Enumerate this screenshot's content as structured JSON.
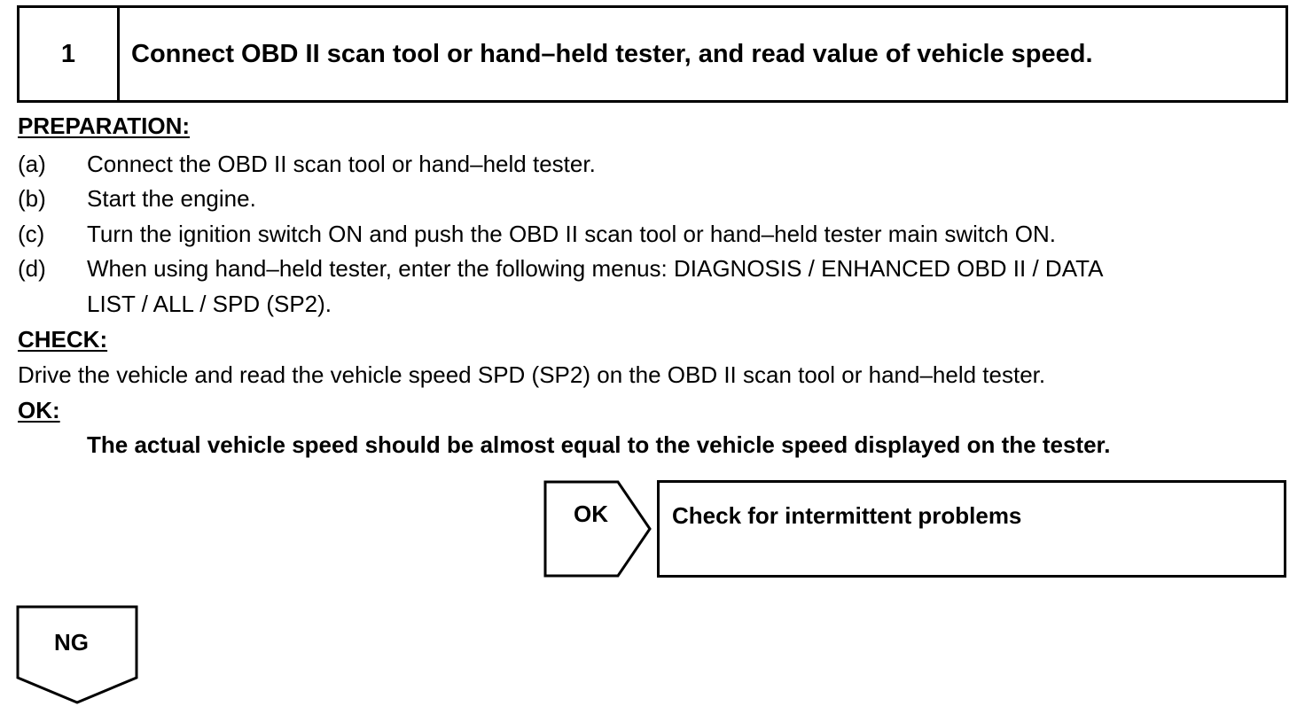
{
  "step": {
    "number": "1",
    "title": "Connect OBD II scan tool or hand–held tester, and read value of vehicle speed."
  },
  "preparation": {
    "heading": "PREPARATION:",
    "items": [
      {
        "marker": "(a)",
        "lines": [
          "Connect the OBD II scan tool or hand–held tester."
        ]
      },
      {
        "marker": "(b)",
        "lines": [
          "Start the engine."
        ]
      },
      {
        "marker": "(c)",
        "lines": [
          "Turn the ignition switch ON and push the OBD II scan tool or hand–held tester main switch ON."
        ]
      },
      {
        "marker": "(d)",
        "lines": [
          "When using hand–held tester, enter the following menus: DIAGNOSIS / ENHANCED OBD II / DATA",
          "LIST / ALL / SPD (SP2)."
        ]
      }
    ]
  },
  "check": {
    "heading": "CHECK:",
    "text": "Drive the vehicle and read the vehicle speed SPD (SP2) on the OBD II scan tool or hand–held tester."
  },
  "ok": {
    "heading": "OK:",
    "text": "The actual vehicle speed should be almost equal to the vehicle speed displayed on the tester."
  },
  "flow": {
    "ok_label": "OK",
    "ok_result": "Check for intermittent problems",
    "ng_label": "NG"
  }
}
